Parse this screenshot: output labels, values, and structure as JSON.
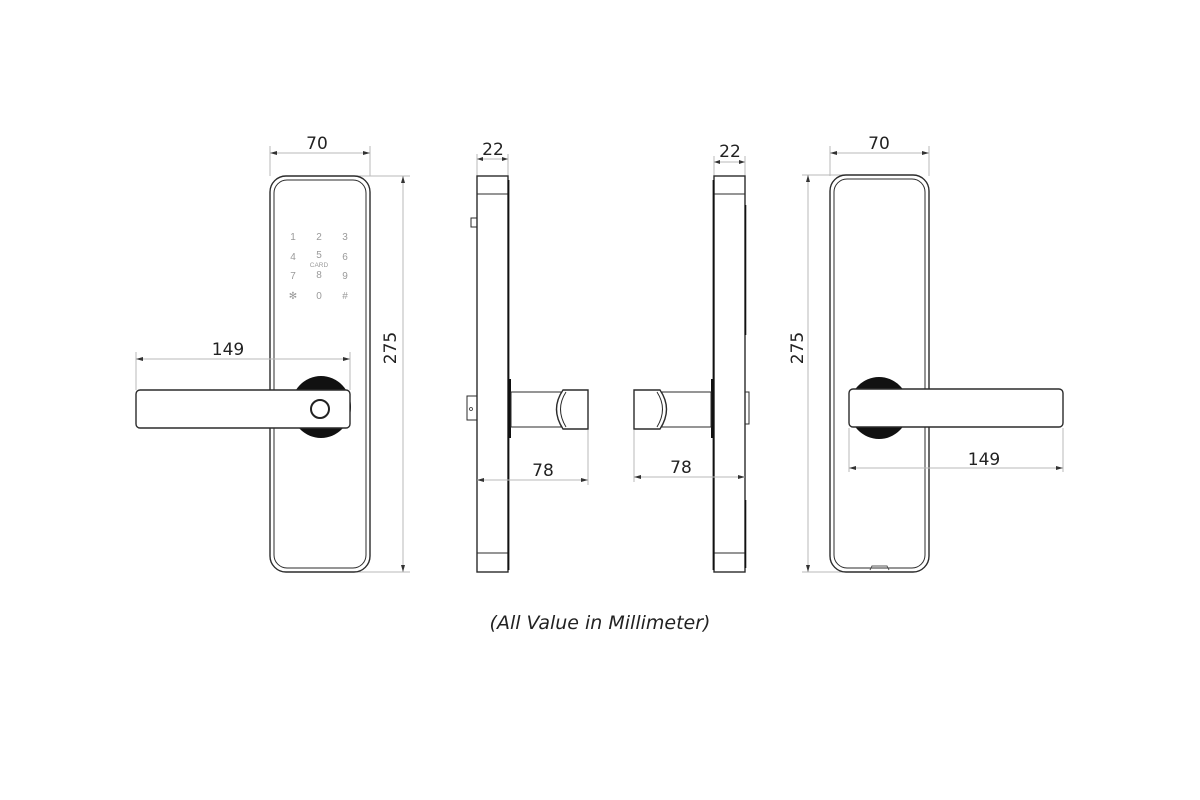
{
  "drawing": {
    "subject": "Smart door lock technical drawing",
    "views": [
      {
        "name": "front-view",
        "dimensions": {
          "width": "70",
          "height": "275",
          "handle_length": "149"
        },
        "keypad": {
          "keys": [
            "1",
            "2",
            "3",
            "4",
            "5",
            "6",
            "7",
            "8",
            "9",
            "✻",
            "0",
            "#"
          ],
          "card_label": "CARD"
        }
      },
      {
        "name": "side-view-left",
        "dimensions": {
          "depth": "22",
          "handle_projection": "78"
        }
      },
      {
        "name": "side-view-right",
        "dimensions": {
          "depth": "22",
          "handle_projection": "78"
        }
      },
      {
        "name": "back-view",
        "dimensions": {
          "width": "70",
          "height": "275",
          "handle_length": "149"
        }
      }
    ],
    "caption": "(All Value in Millimeter)",
    "colors": {
      "line": "#2b2b2b",
      "dimension_line": "#b9b9b9",
      "rose": "#111111",
      "keypad_text": "#9a9a9a"
    }
  }
}
